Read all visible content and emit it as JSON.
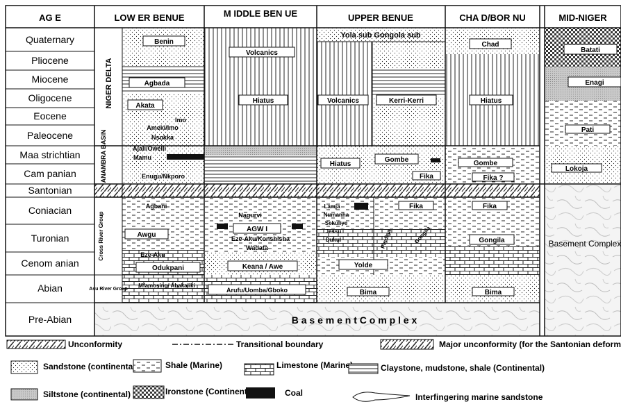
{
  "headers": {
    "age": "AG E",
    "lower_benue": "LOW ER BENUE",
    "middle_benue": "M IDDLE BEN UE",
    "upper_benue": "UPPER BENUE",
    "chad_bornu": "CHA D/BOR NU",
    "mid_niger": "MID-NIGER"
  },
  "ages": [
    "Quaternary",
    "Pliocene",
    "Miocene",
    "Oligocene",
    "Eocene",
    "Paleocene",
    "Maa strichtian",
    "Cam panian",
    "Santonian",
    "Coniacian",
    "Turonian",
    "Cenom anian",
    "Abian",
    "Pre-Abian"
  ],
  "side_labels": {
    "niger_delta": "NIGER DELTA",
    "anambra_basin": "ANAMBRA BASIN",
    "cross_river": "Cross River Group",
    "asu_river": "Asu River Group"
  },
  "units": {
    "benin": "Benin",
    "agbada": "Agbada",
    "akata": "Akata",
    "imo": "Imo",
    "ameki": "Ameki/Imo",
    "nsukka": "Nsukka",
    "ajali": "Ajali/Owelli",
    "mamu": "Mamu",
    "enugu": "Enugu/Nkporo",
    "agbani": "Agbani",
    "awgu": "Awgu",
    "eze_aku": "Eze-Aku",
    "odukpani": "Odukpani",
    "abakaliki": "Mfamosing/ Abakaliki",
    "volcanics_mb": "Volcanics",
    "hiatus_mb": "Hiatus",
    "awgu_mb": "AGW I",
    "lafia": "Nagurvi",
    "ezeaku_mb": "Eze-Aku/Konshisha",
    "wadata": "Wadata",
    "keana": "Keana / Awe",
    "arufu": "Arufu/Uomba/Gboko",
    "yola": "Yola sub  Gongola sub",
    "volcanics_ub": "Volcanics",
    "kerri": "Kerri-Kerri",
    "hiatus_ub": "Hiatus",
    "gombe_ub": "Gombe",
    "pindiga": "Pindiga",
    "fika_ub1": "Fika",
    "fika_ub2": "Fika",
    "yolde": "Yolde",
    "bima_ub": "Bima",
    "lamja": "Lamja",
    "numanha": "Numanha",
    "sekuliye": "Sekuliye",
    "jessu": "Jessu",
    "dukul": "Dukul",
    "gongila_ub": "Gongila",
    "chad": "Chad",
    "hiatus_cb": "Hiatus",
    "gombe_cb": "Gombe",
    "fika_cb1": "Fika ?",
    "fika_cb2": "Fika",
    "gongila_cb": "Gongila",
    "bima_cb": "Bima",
    "batati": "Batati",
    "enagi": "Enagi",
    "patti": "Pati",
    "lokoja": "Lokoja",
    "basement_mn": "Basement Complex",
    "basement_bottom": "B a s e m e n t  C o m p l e x"
  },
  "legend": {
    "unconformity": "Unconformity",
    "transitional": "Transitional boundary",
    "major_unconformity": "Major unconformity (for the Santonian deformation)",
    "sandstone": "Sandstone (continental)",
    "shale": "Shale (Marine)",
    "limestone": "Limestone (Marine)",
    "claystone": "Claystone, mudstone, shale (Continental)",
    "siltstone": "Siltstone (continental)",
    "ironstone": "Ironstone (Continental)",
    "coal": "Coal",
    "interfingering": "Interfingering marine sandstone"
  }
}
